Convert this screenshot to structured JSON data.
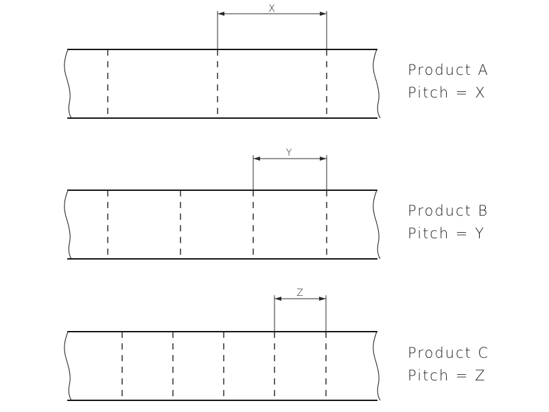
{
  "products": [
    {
      "name": "Product A",
      "pitch_text": "Pitch = X",
      "dimension_label": "X"
    },
    {
      "name": "Product B",
      "pitch_text": "Pitch = Y",
      "dimension_label": "Y"
    },
    {
      "name": "Product C",
      "pitch_text": "Pitch = Z",
      "dimension_label": "Z"
    }
  ]
}
